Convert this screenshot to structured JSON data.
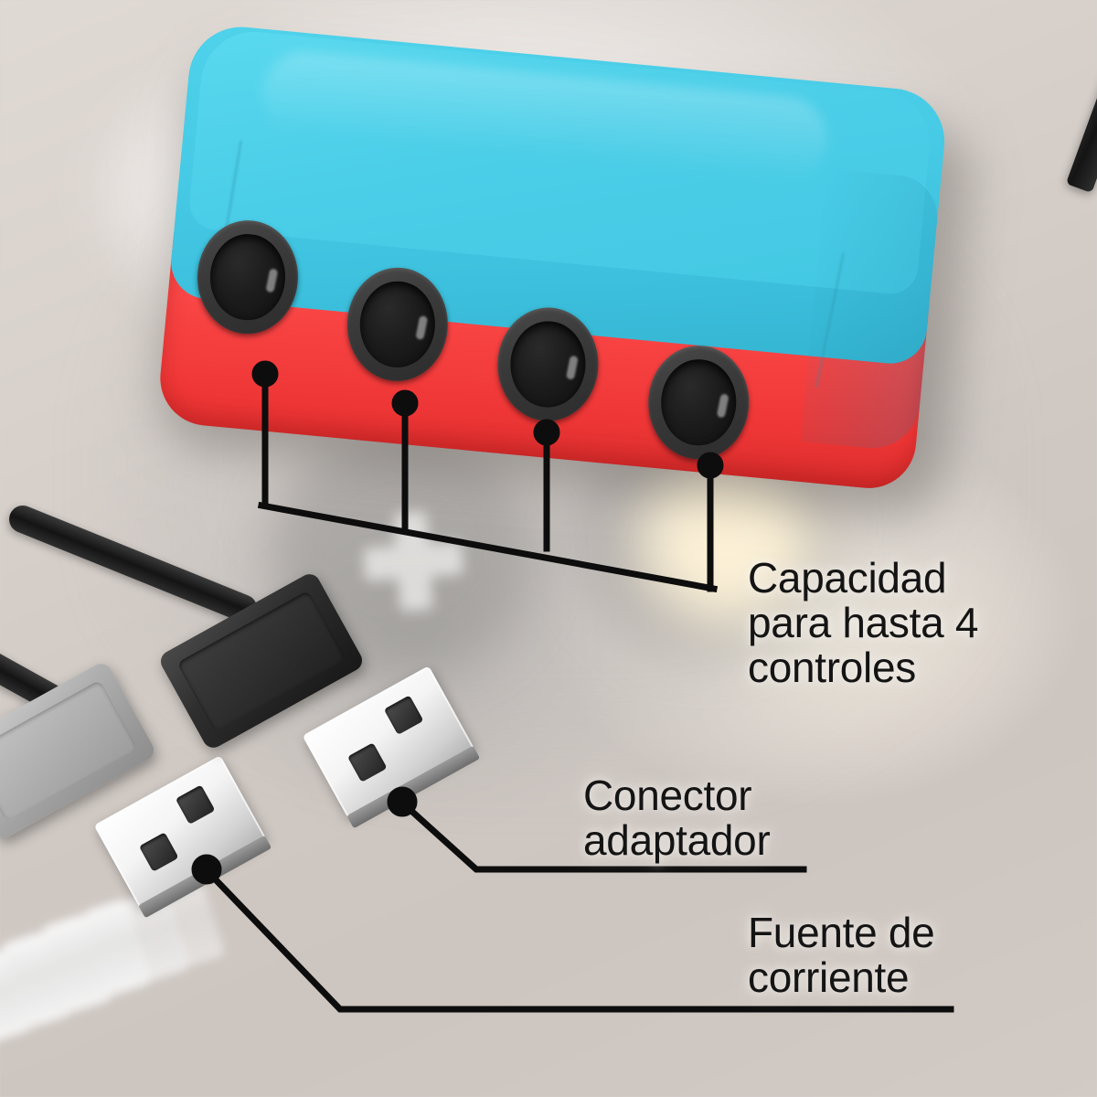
{
  "image": {
    "kind": "product-infographic",
    "language": "es",
    "background_color": "#d9d3ce"
  },
  "product": {
    "name": "adaptador-de-controles",
    "top_color": "#47cbe6",
    "bottom_color": "#fa4343",
    "port_count": 4,
    "port_color": "#1c1c1c",
    "cable_color": "#181818"
  },
  "connectors": [
    {
      "name": "usb-black",
      "housing_color": "#242424",
      "tip_color": "#f2f2f2",
      "contact_count": 2
    },
    {
      "name": "usb-gray",
      "housing_color": "#b0b0b0",
      "tip_color": "#f2f2f2",
      "contact_count": 2
    }
  ],
  "callouts": [
    {
      "id": "capacidad",
      "text": "Capacidad\npara hasta 4\ncontroles",
      "line_color": "#0d0d0d",
      "anchor_count": 4,
      "target": "controller-ports"
    },
    {
      "id": "conector",
      "text": "Conector\nadaptador",
      "line_color": "#0d0d0d",
      "anchor_count": 1,
      "target": "usb-black"
    },
    {
      "id": "fuente",
      "text": "Fuente de\ncorriente",
      "line_color": "#0d0d0d",
      "anchor_count": 1,
      "target": "usb-gray"
    }
  ]
}
